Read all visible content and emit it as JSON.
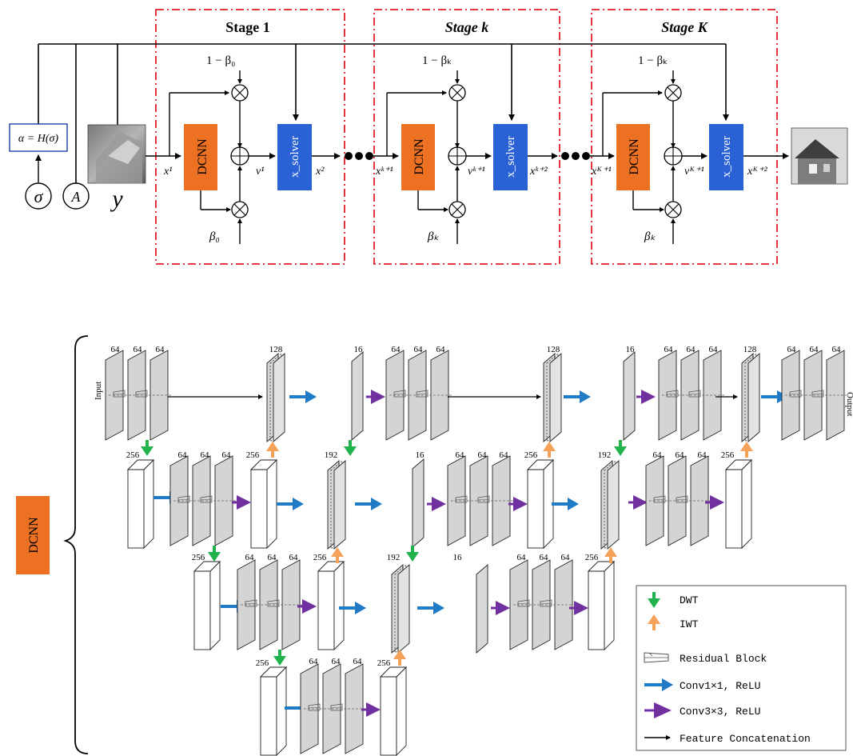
{
  "stages": [
    {
      "title": "Stage 1",
      "minus_beta": "1 − β₀",
      "beta": "β₀",
      "x_in": "x¹",
      "v": "v¹",
      "x_out": "x²",
      "dcnn": "DCNN",
      "solver": "x_solver"
    },
    {
      "title": "Stage k",
      "minus_beta": "1 − βₖ",
      "beta": "βₖ",
      "x_in": "xᵏ⁺¹",
      "v": "vᵏ⁺¹",
      "x_out": "xᵏ⁺²",
      "dcnn": "DCNN",
      "solver": "x_solver"
    },
    {
      "title": "Stage K",
      "minus_beta": "1 − βₖ",
      "beta": "βₖ",
      "x_in": "xᴷ⁺¹",
      "v": "vᴷ⁺¹",
      "x_out": "xᴷ⁺²",
      "dcnn": "DCNN",
      "solver": "x_solver"
    }
  ],
  "inputs": {
    "alpha_formula": "α = H(σ)",
    "sigma": "σ",
    "A": "A",
    "y": "y"
  },
  "dcnn_label": "DCNN",
  "rows": {
    "row1": {
      "label_in": "Input",
      "label_out": "Output",
      "c1": "64",
      "c2": "64",
      "c3": "64",
      "cat1": "128",
      "s1": "16",
      "c4": "64",
      "c5": "64",
      "c6": "64",
      "cat2": "128",
      "s2": "16",
      "c7": "64",
      "c8": "64",
      "c9": "64",
      "cat3": "128",
      "c10": "64",
      "c11": "64",
      "c12": "64"
    },
    "row2": {
      "w1": "256",
      "c1": "64",
      "c2": "64",
      "c3": "64",
      "i1": "256",
      "cat1": "192",
      "s1": "16",
      "c4": "64",
      "c5": "64",
      "c6": "64",
      "i2": "256",
      "cat2": "192",
      "c7": "64",
      "c8": "64",
      "c9": "64",
      "i3": "256"
    },
    "row3": {
      "w1": "256",
      "c1": "64",
      "c2": "64",
      "c3": "64",
      "i1": "256",
      "cat1": "192",
      "s1": "16",
      "c4": "64",
      "c5": "64",
      "c6": "64",
      "i2": "256"
    },
    "row4": {
      "w1": "256",
      "c1": "64",
      "c2": "64",
      "c3": "64",
      "i1": "256"
    }
  },
  "legend": {
    "dwt": "DWT",
    "iwt": "IWT",
    "residual": "Residual Block",
    "conv1": "Conv1×1, ReLU",
    "conv3": "Conv3×3, ReLU",
    "concat": "Feature Concatenation"
  },
  "colors": {
    "dcnn": "#EC7122",
    "solver": "#2A62D6",
    "stage_border": "#E01E2A",
    "dwt": "#21B24B",
    "iwt": "#F4A259",
    "conv1": "#1F7BC6",
    "conv3": "#7030A0",
    "alpha_border": "#1F3FA8"
  }
}
